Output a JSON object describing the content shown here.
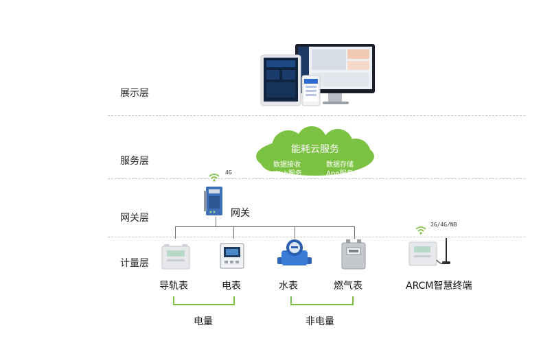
{
  "layers": {
    "display": "展示层",
    "service": "服务层",
    "gateway": "网关层",
    "metering": "计量层"
  },
  "cloud": {
    "title": "能耗云服务",
    "items": [
      "数据接收",
      "数据存储",
      "Web服务",
      "App服务"
    ]
  },
  "gateway": {
    "label": "网关",
    "signal": "4G"
  },
  "devices": {
    "rail_meter": "导轨表",
    "meter": "电表",
    "water_meter": "水表",
    "gas_meter": "燃气表",
    "arcm": "ARCM智慧终端",
    "arcm_signal": "2G/4G/NB"
  },
  "groups": {
    "electric": "电量",
    "non_electric": "非电量"
  },
  "colors": {
    "green": "#7cc242",
    "line": "#6f6f6f",
    "dashed": "#c9c9c9"
  }
}
